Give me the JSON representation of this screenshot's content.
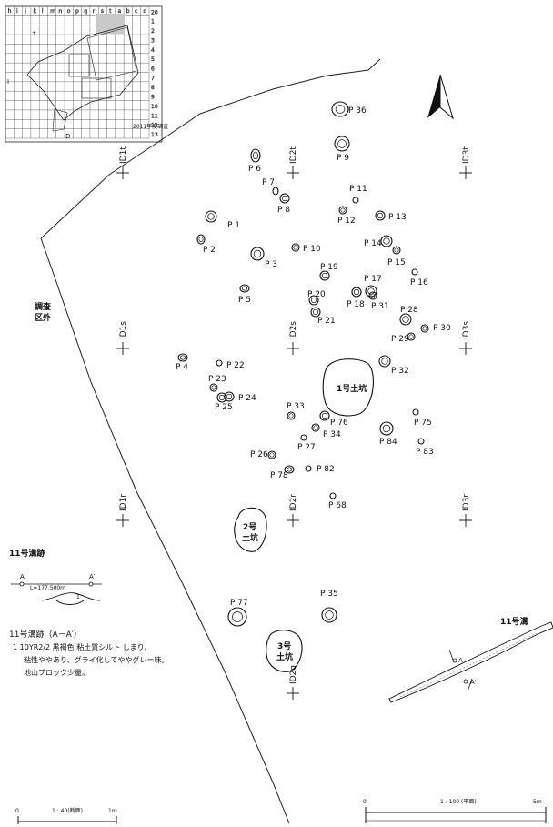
{
  "key_map": {
    "column_letters": [
      "h",
      "i",
      "j",
      "k",
      "l",
      "m",
      "n",
      "o",
      "p",
      "q",
      "r",
      "s",
      "t",
      "a",
      "b",
      "c",
      "d"
    ],
    "row_numbers": [
      "20",
      "1",
      "2",
      "3",
      "4",
      "5",
      "6",
      "7",
      "8",
      "9",
      "10",
      "11",
      "12",
      "13"
    ],
    "label_I": "I",
    "label_D": "D",
    "note_text": "2011年度調査"
  },
  "north_arrow": {
    "label": ""
  },
  "survey_outside": {
    "line1": "調査",
    "line2": "区外"
  },
  "grid_markers": [
    "ID1t",
    "ID2t",
    "ID3t",
    "ID1s",
    "ID2s",
    "ID3s",
    "ID1r",
    "ID2r",
    "ID3r",
    "ID2q"
  ],
  "pits": [
    "P36",
    "P6",
    "P9",
    "P7",
    "P11",
    "P8",
    "P12",
    "P13",
    "P1",
    "P14",
    "P2",
    "P10",
    "P3",
    "P15",
    "P19",
    "P16",
    "P17",
    "P5",
    "P20",
    "P18",
    "P31",
    "P28",
    "P21",
    "P30",
    "P29",
    "P4",
    "P22",
    "P32",
    "P23",
    "P24",
    "P25",
    "P33",
    "P75",
    "P76",
    "P34",
    "P84",
    "P27",
    "P83",
    "P26",
    "P82",
    "P78",
    "P68",
    "P35",
    "P77"
  ],
  "features": {
    "pit1": "1号土坑",
    "pit2": {
      "line1": "2号",
      "line2": "土坑"
    },
    "pit3": {
      "line1": "3号",
      "line2": "土坑"
    },
    "ditch": "11号溝",
    "ditch_A": "A",
    "ditch_A2": "A′"
  },
  "section": {
    "title": "11号溝跡",
    "label_A": "A",
    "label_A2": "A′",
    "elevation": "L=177.500m",
    "layer_no": "1",
    "sub_title": "11号溝跡（A－A′）",
    "layer_desc": [
      "1 10YR2/2 黒褐色 粘土質シルト しまり、",
      "粘性ややあり、グライ化してややグレー味。",
      "地山ブロック少量。"
    ]
  },
  "scale_section": {
    "label": "1 : 40(断面)",
    "start": "0",
    "end": "1m"
  },
  "scale_plan": {
    "label": "1 : 100 (平面)",
    "start": "0",
    "end": "5m"
  }
}
